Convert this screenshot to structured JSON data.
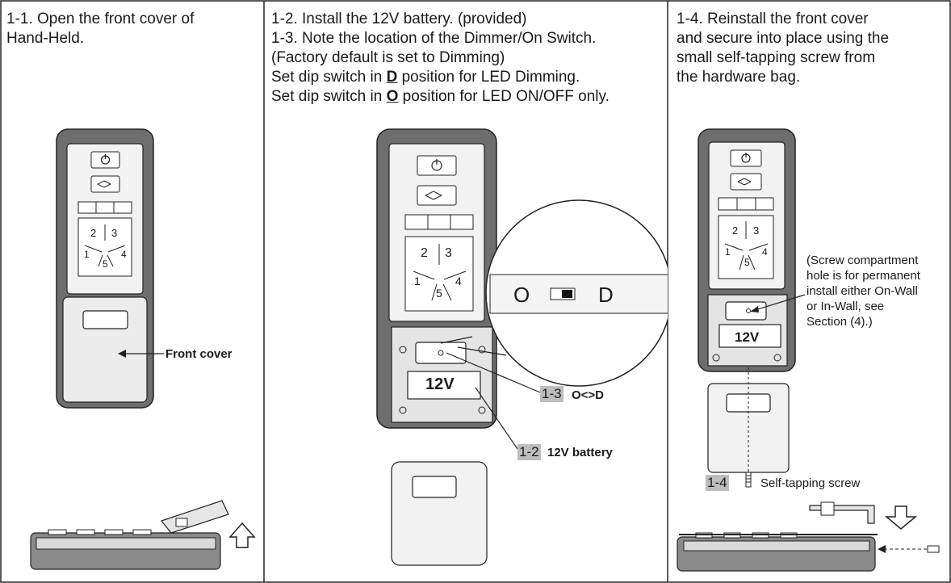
{
  "panels": [
    {
      "id": "panel-1",
      "lines": [
        "1-1. Open the front cover of",
        "Hand-Held."
      ],
      "callouts": {
        "front_cover": "Front cover"
      }
    },
    {
      "id": "panel-2",
      "lines": [
        "1-2. Install the 12V battery. (provided)",
        "1-3. Note the location of the Dimmer/On Switch.",
        "(Factory default is set to Dimming)"
      ],
      "dip_lines": [
        {
          "pre": "Set dip switch in ",
          "key": "D",
          "post": " position for LED Dimming."
        },
        {
          "pre": "Set dip switch in ",
          "key": "O",
          "post": " position for LED ON/OFF only."
        }
      ],
      "switch_labels": {
        "left": "O",
        "right": "D"
      },
      "callouts": {
        "tag_13": "1-3",
        "text_13": "O<>D",
        "tag_12": "1-2",
        "text_12": "12V battery"
      }
    },
    {
      "id": "panel-3",
      "lines": [
        "1-4. Reinstall the front cover",
        "and secure into place using the",
        "small self-tapping screw from",
        "the hardware bag."
      ],
      "note_lines": [
        "(Screw compartment",
        "hole is for permanent",
        "install either On-Wall",
        "or In-Wall, see",
        "Section (4).)"
      ],
      "callouts": {
        "tag_14": "1-4",
        "text_14": "Self-tapping screw"
      }
    }
  ],
  "remote": {
    "battery_label": "12V",
    "numbers": [
      "2",
      "3",
      "1",
      "5",
      "4"
    ]
  }
}
